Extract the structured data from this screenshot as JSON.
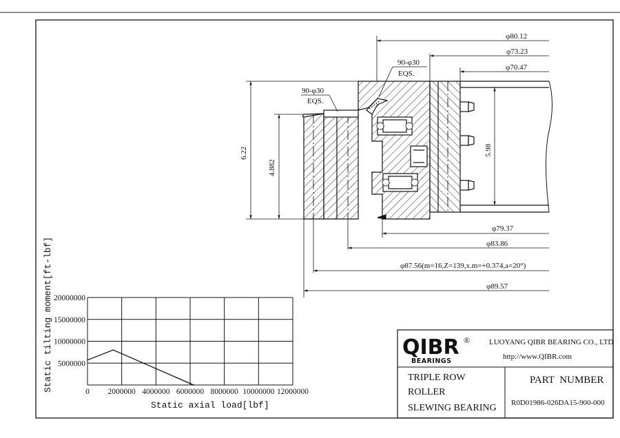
{
  "drawing": {
    "dims": {
      "d1": "φ80.12",
      "d2": "φ73.23",
      "d3": "φ70.47",
      "holes_top_a": "90-φ30",
      "holes_top_b": "EQS.",
      "holes_left_a": "90-φ30",
      "holes_left_b": "EQS.",
      "h_total": "6.22",
      "h_outer": "4.882",
      "h_inner": "5.98",
      "d4": "φ79.37",
      "d5": "φ83.86",
      "d6": "φ87.56(m=16,Z=139,x.m=+0.374,a=20°)",
      "d7": "φ89.57"
    }
  },
  "chart": {
    "xlabel": "Static axial load[lbf]",
    "ylabel": "Static tilting moment[ft-lbf]",
    "xticks": [
      "0",
      "2000000",
      "4000000",
      "6000000",
      "8000000",
      "10000000",
      "12000000"
    ],
    "yticks": [
      "20000000",
      "15000000",
      "10000000",
      "5000000"
    ]
  },
  "chart_data": {
    "type": "line",
    "xlabel": "Static axial load[lbf]",
    "ylabel": "Static tilting moment[ft-lbf]",
    "xlim": [
      0,
      12000000
    ],
    "ylim": [
      0,
      20000000
    ],
    "grid": true,
    "series": [
      {
        "x": [
          0,
          1500000,
          6200000
        ],
        "y": [
          5700000,
          8000000,
          0
        ]
      }
    ]
  },
  "title_block": {
    "logo": "QIBR",
    "logo_sub": "BEARINGS",
    "reg": "®",
    "company": "LUOYANG QIBR BEARING CO., LTD",
    "website": "http://www.QIBR.com",
    "desc1": "TRIPLE ROW",
    "desc2": "ROLLER",
    "desc3": "SLEWING BEARING",
    "part_label": "PART  NUMBER",
    "part_number": "R0D01986-026DA15-900-000"
  }
}
